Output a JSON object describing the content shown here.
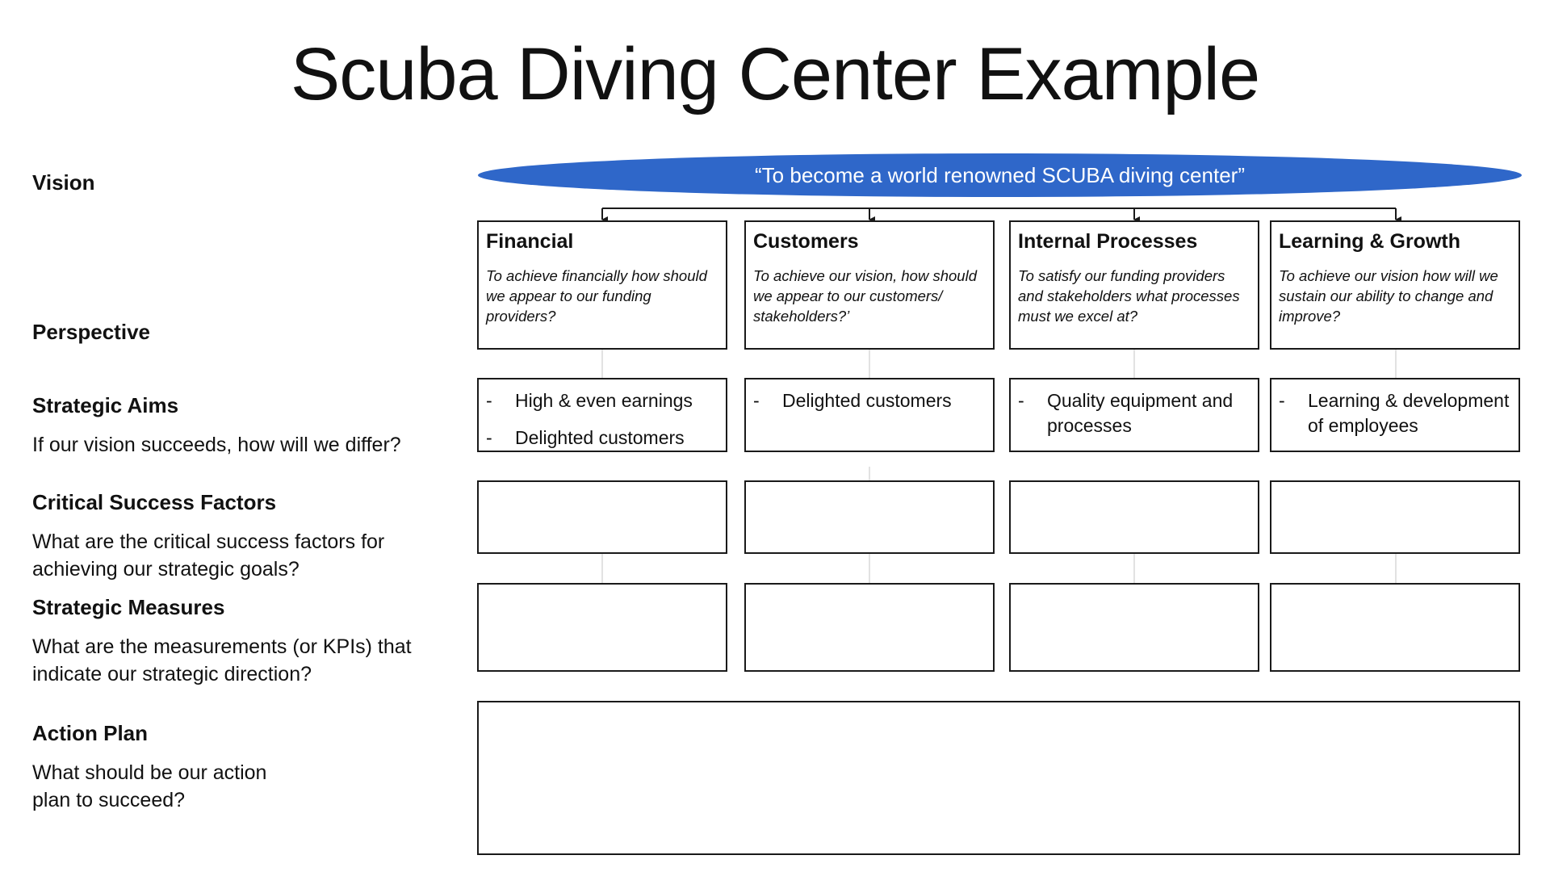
{
  "title": "Scuba Diving Center Example",
  "colors": {
    "vision_fill": "#2f67c9",
    "vision_text": "#ffffff",
    "box_border": "#1a1a1a",
    "connector_thin": "#d9d9d9"
  },
  "rows": {
    "vision": {
      "heading": "Vision"
    },
    "perspective": {
      "heading": "Perspective"
    },
    "strategic_aims": {
      "heading": "Strategic Aims",
      "description": "If our vision succeeds, how will we differ?"
    },
    "critical_success_factors": {
      "heading": "Critical Success Factors",
      "description": "What are the critical success factors for achieving our strategic goals?"
    },
    "strategic_measures": {
      "heading": "Strategic Measures",
      "description": "What are the measurements (or KPIs) that indicate our strategic direction?"
    },
    "action_plan": {
      "heading": "Action Plan",
      "description": "What should be our action plan to succeed?"
    }
  },
  "vision_statement": "“To become a world renowned SCUBA diving center”",
  "perspectives": [
    {
      "title": "Financial",
      "question": "To achieve financially how should we appear to our funding providers?",
      "aims": [
        "High & even earnings",
        "Delighted customers"
      ],
      "critical_success_factors": "",
      "strategic_measures": ""
    },
    {
      "title": "Customers",
      "question": "To achieve our vision, how should we appear to our customers/ stakeholders?’",
      "aims": [
        "Delighted customers"
      ],
      "critical_success_factors": "",
      "strategic_measures": ""
    },
    {
      "title": "Internal Processes",
      "question": "To satisfy our funding providers and stakeholders what processes must we excel at?",
      "aims": [
        "Quality equipment and processes"
      ],
      "critical_success_factors": "",
      "strategic_measures": ""
    },
    {
      "title": "Learning & Growth",
      "question": "To achieve our vision how will we sustain our ability to change and improve?",
      "aims": [
        "Learning & development of employees"
      ],
      "critical_success_factors": "",
      "strategic_measures": ""
    }
  ],
  "action_plan_content": "",
  "aim_bullet": "-"
}
